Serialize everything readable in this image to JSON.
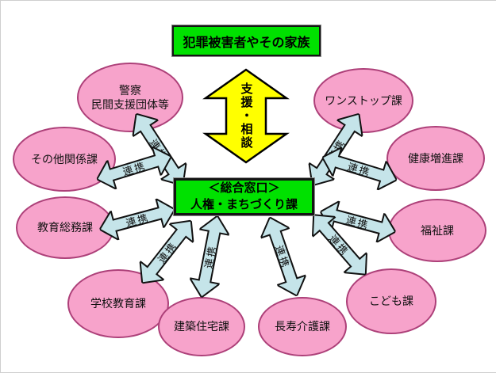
{
  "labels": {
    "renkei": "連携"
  },
  "boxes": {
    "top": {
      "label": "犯罪被害者やその家族",
      "bg": "#00e100",
      "text_color": "#000000"
    },
    "center": {
      "line1": "＜総合窓口＞",
      "line2": "人権・まちづくり課",
      "bg": "#00e100",
      "text_color": "#000000"
    }
  },
  "support_arrow": {
    "label": "支援・相談",
    "fill": "#ffff00",
    "border": "#000000"
  },
  "ellipses": [
    {
      "label": "警察\n民間支援団体等"
    },
    {
      "label": "ワンストップ課"
    },
    {
      "label": "その他関係課"
    },
    {
      "label": "健康増進課"
    },
    {
      "label": "教育総務課"
    },
    {
      "label": "福祉課"
    },
    {
      "label": "学校教育課"
    },
    {
      "label": "建築住宅課"
    },
    {
      "label": "長寿介護課"
    },
    {
      "label": "こども課"
    }
  ],
  "colors": {
    "ellipse_fill": "#f7a3cb",
    "ellipse_border": "#ad4079",
    "arrow_fill": "#c5e4e9",
    "arrow_border": "#111111",
    "background": "#ffffff"
  }
}
